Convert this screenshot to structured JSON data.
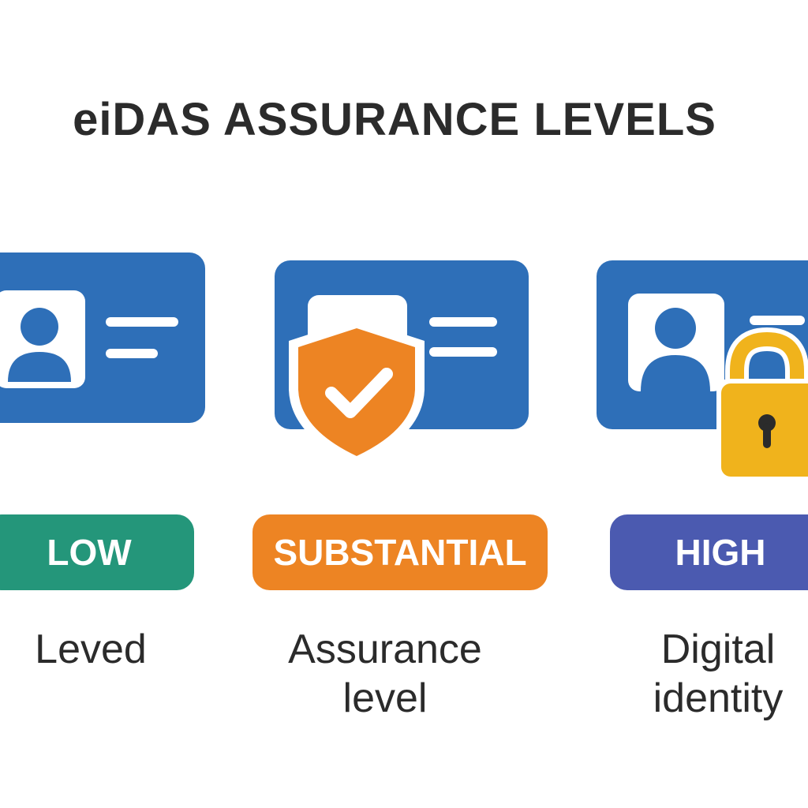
{
  "title": "eiDAS ASSURANCE LEVELS",
  "colors": {
    "card_blue": "#2e6fb8",
    "low_green": "#24967a",
    "substantial_orange": "#ed8423",
    "high_purple": "#4b5ab0",
    "lock_yellow": "#f0b31c",
    "text_dark": "#2b2b2b"
  },
  "levels": [
    {
      "badge": "LOW",
      "badge_color": "#24967a",
      "caption": "Leved",
      "caption_line2": "",
      "icon": "id-card-icon"
    },
    {
      "badge": "SUBSTANTIAL",
      "badge_color": "#ed8423",
      "caption": "Assurance",
      "caption_line2": "level",
      "icon": "shield-check-icon"
    },
    {
      "badge": "HIGH",
      "badge_color": "#4b5ab0",
      "caption": "Digital",
      "caption_line2": "identity",
      "icon": "padlock-icon"
    }
  ]
}
